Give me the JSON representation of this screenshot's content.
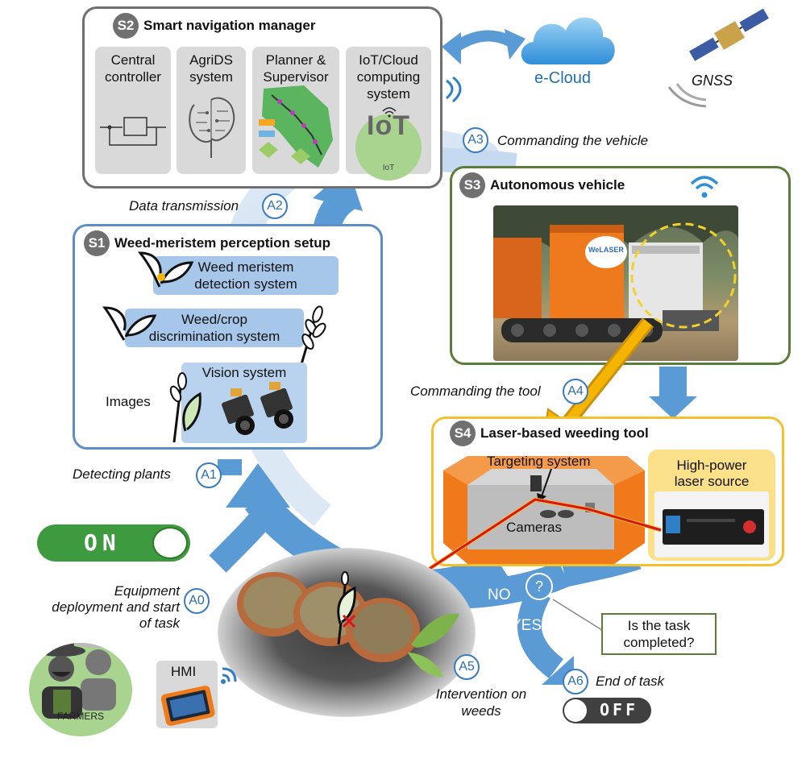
{
  "s2": {
    "badge": "S2",
    "title": "Smart navigation manager",
    "panels": [
      {
        "label": "Central\ncontroller"
      },
      {
        "label": "AgriDS\nsystem"
      },
      {
        "label": "Planner &\nSupervisor"
      },
      {
        "label": "IoT/Cloud\ncomputing\nsystem"
      }
    ],
    "iot_logo": "IoT",
    "iot_small": "IoT"
  },
  "cloud": {
    "label": "e-Cloud"
  },
  "gnss": {
    "label": "GNSS"
  },
  "s1": {
    "badge": "S1",
    "title": "Weed-meristem perception setup",
    "meristem": "Weed meristem\ndetection system",
    "discrimination": "Weed/crop\ndiscrimination system",
    "vision": "Vision system",
    "images": "Images"
  },
  "s3": {
    "badge": "S3",
    "title": "Autonomous vehicle",
    "brand": "WeLASER"
  },
  "s4": {
    "badge": "S4",
    "title": "Laser-based weeding tool",
    "targeting": "Targeting system",
    "cameras": "Cameras",
    "laser": "High-power\nlaser source"
  },
  "actions": {
    "a0": {
      "id": "A0",
      "text": "Equipment\ndeployment and start\nof task"
    },
    "a1": {
      "id": "A1",
      "text": "Detecting plants"
    },
    "a2": {
      "id": "A2",
      "text": "Data transmission"
    },
    "a3": {
      "id": "A3",
      "text": "Commanding the vehicle"
    },
    "a4": {
      "id": "A4",
      "text": "Commanding the tool"
    },
    "a5": {
      "id": "A5",
      "text": "Intervention on\nweeds"
    },
    "a6": {
      "id": "A6",
      "text": "End of task"
    }
  },
  "decision": {
    "symbol": "?",
    "no": "NO",
    "yes": "YES",
    "question": "Is the task\ncompleted?"
  },
  "switch_on": "ON",
  "switch_off": "OFF",
  "farmers": "FARMERS",
  "hmi": "HMI",
  "colors": {
    "arrow": "#5b9bd5",
    "arrow_light": "#d5e4f3",
    "s1_border": "#5b8ec6",
    "s2_border": "#6f6f6f",
    "s3_border": "#5a7d3a",
    "s4_border": "#f2c12e",
    "laser_box": "#fbe08a",
    "on_green": "#3e9a3e",
    "off_grey": "#404040",
    "tool_orange": "#f07a1a"
  }
}
